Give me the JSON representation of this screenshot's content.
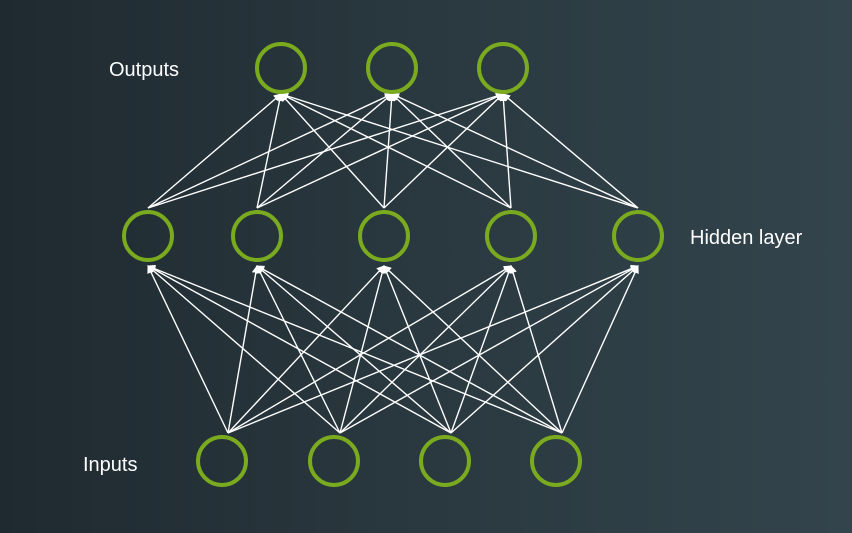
{
  "labels": {
    "outputs": "Outputs",
    "hidden": "Hidden layer",
    "inputs": "Inputs"
  },
  "colors": {
    "node_stroke": "#7aab1f",
    "edge": "#ffffff",
    "background_left": "#1f2a30",
    "background_right": "#33444c"
  },
  "network": {
    "input_count": 4,
    "hidden_count": 5,
    "output_count": 3,
    "fully_connected": true,
    "arrow_direction": "upward"
  }
}
